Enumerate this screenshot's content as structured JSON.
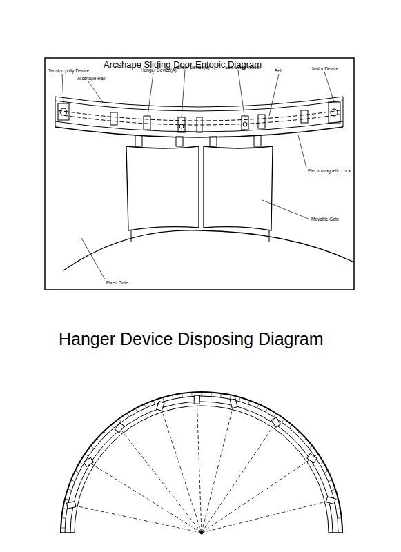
{
  "diagram": {
    "title": "Arcshape Sliding Door Entopic Diagram",
    "labels": [
      "Tension pully Device",
      "Arcshape Rail",
      "Hanger Device(A)",
      "Hanger Device(B)",
      "Self Guide Wheel",
      "Belt",
      "Motor Device",
      "Electromagnetic Lock",
      "Movable Gate",
      "Fixed Gate",
      "Hanger Device Disposing Diagram"
    ]
  }
}
